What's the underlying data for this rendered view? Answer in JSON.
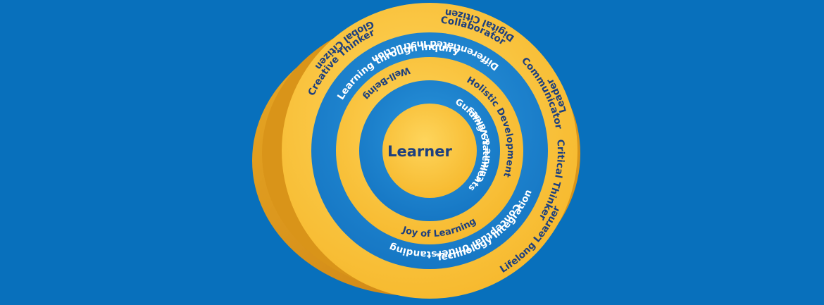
{
  "diagram": {
    "center": "Learner",
    "outer_ring": [
      "Communicator",
      "Critical Thinker",
      "Global Citizen",
      "Digital Citizen",
      "Leader",
      "Lifelong Learner",
      "Creative Thinker",
      "Collaborator"
    ],
    "second_ring": [
      "Conceptual Understanding",
      "Differentiated Instruction",
      "Technology Integration",
      "Learning through Inquiry"
    ],
    "third_ring": [
      "Holistic Development",
      "Well-Being",
      "Joy of Learning"
    ],
    "inner_ring": [
      "Guiding Statements",
      "Culture & Values"
    ]
  },
  "colors": {
    "background": "#0870bc",
    "gold": "#fbc63a",
    "gold_light": "#fdd25a",
    "gold_dark": "#e0a122",
    "blue_ring": "#1e88d2",
    "navy_text": "#1d3f7e"
  }
}
